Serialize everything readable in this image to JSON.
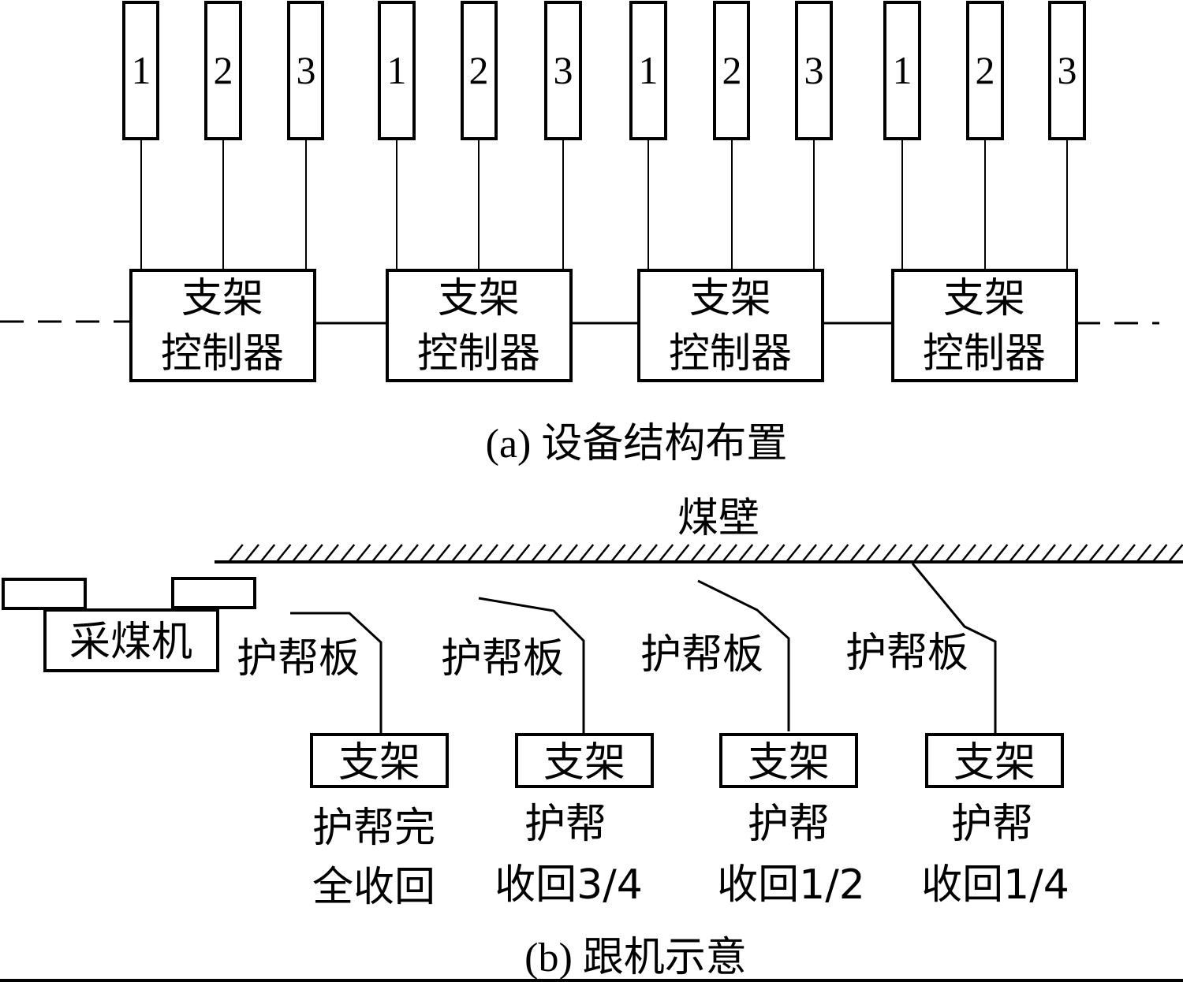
{
  "diagram": {
    "part_a": {
      "caption": "(a) 设备结构布置",
      "controllers": [
        {
          "label_line1": "支架",
          "label_line2": "控制器",
          "sensors": [
            "1",
            "2",
            "3"
          ]
        },
        {
          "label_line1": "支架",
          "label_line2": "控制器",
          "sensors": [
            "1",
            "2",
            "3"
          ]
        },
        {
          "label_line1": "支架",
          "label_line2": "控制器",
          "sensors": [
            "1",
            "2",
            "3"
          ]
        },
        {
          "label_line1": "支架",
          "label_line2": "控制器",
          "sensors": [
            "1",
            "2",
            "3"
          ]
        }
      ],
      "bus_continuation": "dashed"
    },
    "part_b": {
      "caption": "(b) 跟机示意",
      "coal_wall_label": "煤壁",
      "shearer_label": "采煤机",
      "supports": [
        {
          "plate_label": "护帮板",
          "box_label": "支架",
          "status_line1": "护帮完",
          "status_line2": "全收回",
          "extension_fraction": 0
        },
        {
          "plate_label": "护帮板",
          "box_label": "支架",
          "status_line1": "护帮",
          "status_line2": "收回3/4",
          "extension_fraction": 0.25
        },
        {
          "plate_label": "护帮板",
          "box_label": "支架",
          "status_line1": "护帮",
          "status_line2": "收回1/2",
          "extension_fraction": 0.5
        },
        {
          "plate_label": "护帮板",
          "box_label": "支架",
          "status_line1": "护帮",
          "status_line2": "收回1/4",
          "extension_fraction": 0.75
        }
      ]
    }
  }
}
